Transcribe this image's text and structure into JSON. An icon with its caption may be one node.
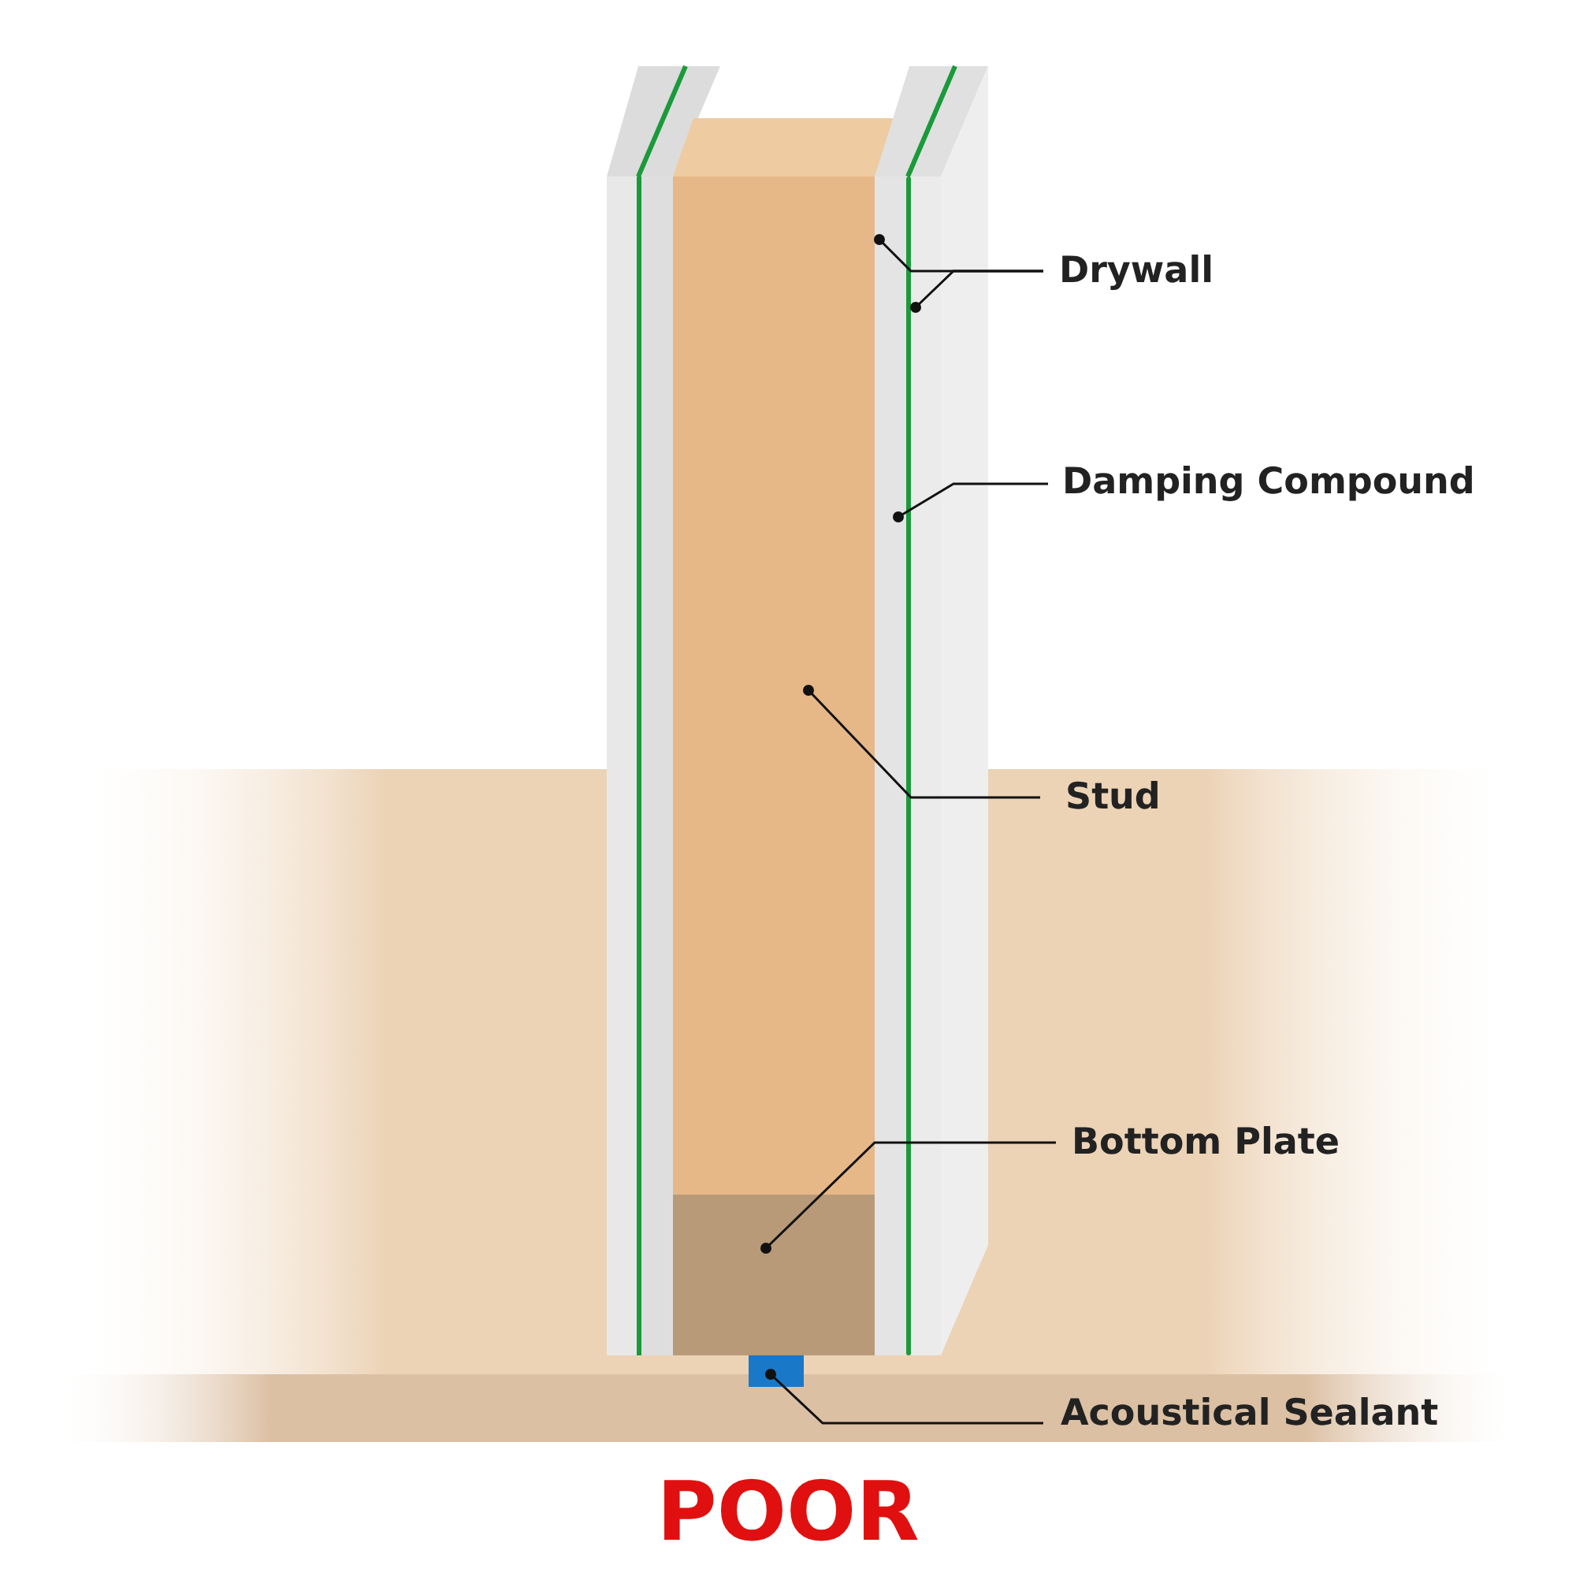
{
  "diagram": {
    "title": "POOR",
    "nodes": [
      {
        "text": [
          "Drywall"
        ]
      },
      {
        "text": [],
        "shape": "box"
      },
      {
        "text": [],
        "shape": "box"
      },
      {
        "text": [
          "Damping Compound"
        ]
      },
      {
        "text": [],
        "shape": "bar"
      },
      {
        "text": [
          "Stud"
        ]
      },
      {
        "text": [],
        "shape": "box"
      },
      {
        "text": [
          "Bottom Plate"
        ]
      },
      {
        "text": [],
        "shape": "box"
      },
      {
        "text": [
          "Acoustical Sealant"
        ]
      },
      {
        "text": [],
        "shape": "box"
      }
    ],
    "edges": [
      {
        "from": 0,
        "to": 1,
        "arrow": "other"
      },
      {
        "from": 0,
        "to": 2,
        "arrow": "other"
      },
      {
        "from": 3,
        "to": 4,
        "arrow": "other"
      },
      {
        "from": 5,
        "to": 6,
        "arrow": "other"
      },
      {
        "from": 7,
        "to": 8,
        "arrow": "other"
      },
      {
        "from": 9,
        "to": 10,
        "arrow": "other"
      }
    ]
  }
}
